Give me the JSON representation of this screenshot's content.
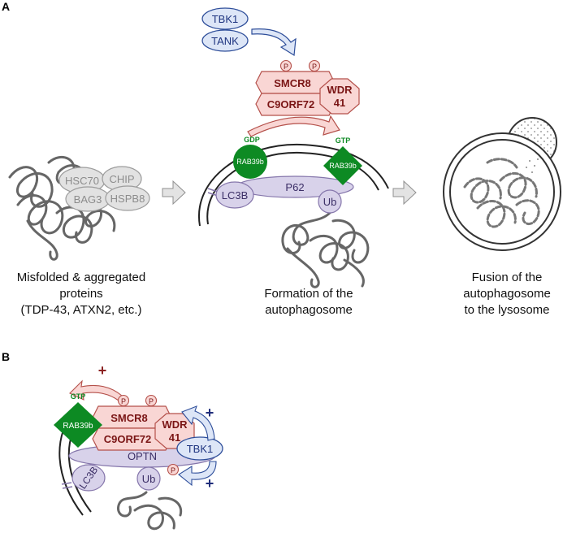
{
  "panels": {
    "a": "A",
    "b": "B"
  },
  "labels": {
    "tbk1": "TBK1",
    "tank": "TANK",
    "p": "P",
    "smcr8": "SMCR8",
    "c9orf72": "C9ORF72",
    "wdr_line1": "WDR",
    "wdr_line2": "41",
    "gdp": "GDP",
    "gtp": "GTP",
    "rab39b": "RAB39b",
    "p62": "P62",
    "lc3b": "LC3B",
    "ub": "Ub",
    "hsc70": "HSC70",
    "chip": "CHIP",
    "bag3": "BAG3",
    "hspb8": "HSPB8",
    "optn": "OPTN",
    "plus": "+"
  },
  "captions": {
    "misfolded": [
      "Misfolded & aggregated",
      "proteins",
      "(TDP-43, ATXN2, etc.)"
    ],
    "formation": [
      "Formation of the",
      "autophagosome"
    ],
    "fusion": [
      "Fusion of the",
      "autophagosome",
      "to the lysosome"
    ]
  },
  "colors": {
    "tbk1_fill": "#dde6f7",
    "tbk1_stroke": "#2e4e9a",
    "tbk1_text": "#1f3580",
    "complex_fill": "#f9d6d4",
    "complex_stroke": "#b4504a",
    "complex_text": "#7a1515",
    "rab_green": "#0d8a23",
    "lavender_fill": "#d8d2ea",
    "lavender_stroke": "#8576ab",
    "chaperone_fill": "#e2e2e2",
    "chaperone_stroke": "#9c9c9c",
    "chaperone_text": "#8c8c8c",
    "aggregate": "#666666",
    "plus_red": "#8b2222",
    "plus_blue": "#1f2d7a"
  }
}
